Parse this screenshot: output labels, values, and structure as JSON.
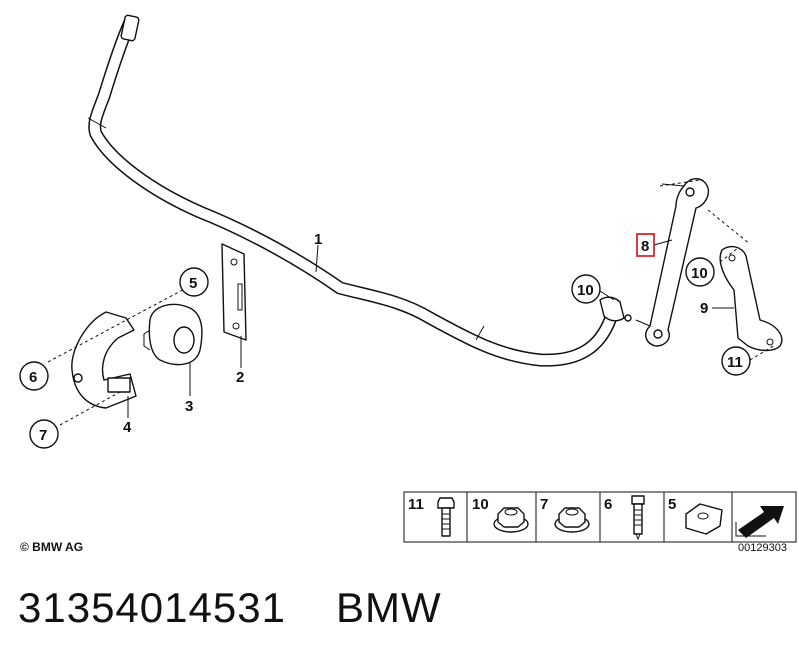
{
  "diagram": {
    "callouts": {
      "p1": "1",
      "p2": "2",
      "p3": "3",
      "p4": "4",
      "p5": "5",
      "p6": "6",
      "p7": "7",
      "p8": "8",
      "p9": "9",
      "p10a": "10",
      "p10b": "10",
      "p11": "11"
    },
    "highlight_color": "#d9262e",
    "legend": {
      "items": [
        {
          "number": "11",
          "icon": "bolt-icon"
        },
        {
          "number": "10",
          "icon": "flange-nut-icon"
        },
        {
          "number": "7",
          "icon": "flange-nut-icon"
        },
        {
          "number": "6",
          "icon": "screw-icon"
        },
        {
          "number": "5",
          "icon": "square-nut-icon"
        }
      ],
      "reference": "00129303"
    },
    "copyright": "© BMW AG"
  },
  "footer": {
    "part_number": "31354014531",
    "brand": "BMW"
  }
}
